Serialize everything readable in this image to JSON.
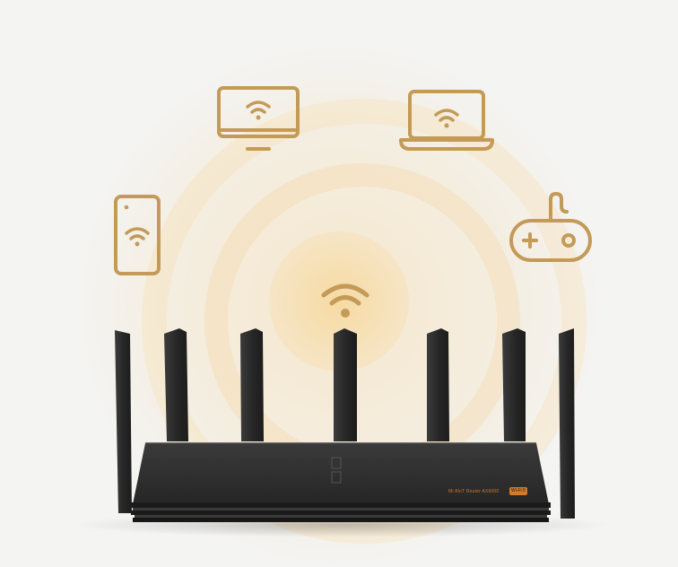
{
  "scene": {
    "colors": {
      "background": "#f4f4f3",
      "glow": "#f6dcac",
      "icon_stroke": "#c49a57",
      "router_body": "#2b2b2c",
      "router_dark": "#1b1b1c",
      "accent": "#d17a2a"
    },
    "devices": [
      {
        "name": "phone",
        "icon": "phone-wifi-icon"
      },
      {
        "name": "desktop-monitor",
        "icon": "monitor-wifi-icon"
      },
      {
        "name": "laptop",
        "icon": "laptop-wifi-icon"
      },
      {
        "name": "game-controller",
        "icon": "gamepad-icon"
      },
      {
        "name": "router-signal",
        "icon": "wifi-icon"
      }
    ],
    "router": {
      "antenna_count": 7,
      "model_text": "Mi AIoT Router AX6000",
      "badge_text": "Wi-Fi 6"
    }
  }
}
